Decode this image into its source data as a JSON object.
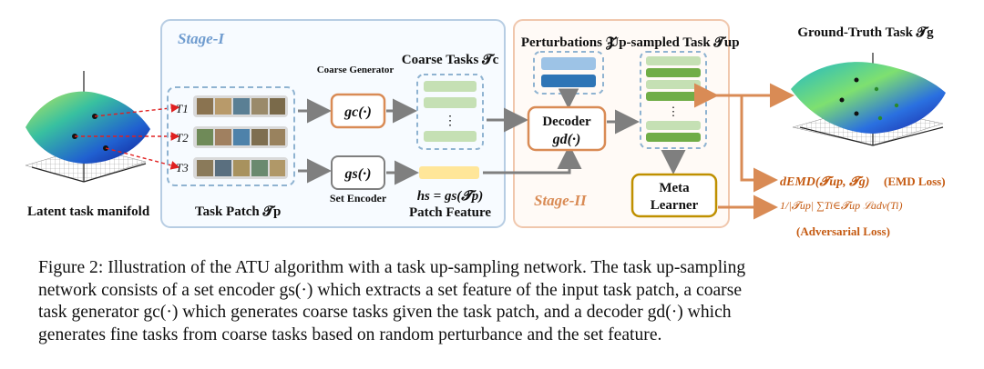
{
  "figure": {
    "stage1": "Stage-I",
    "stage2": "Stage-II",
    "latent_label": "Latent task manifold",
    "task_labels": [
      "T1",
      "T2",
      "T3"
    ],
    "task_patch_label": "Task Patch 𝓣p",
    "coarse_generator_label": "Coarse Generator",
    "coarse_gen_fn": "gc(·)",
    "set_encoder_fn": "gs(·)",
    "set_encoder_label": "Set Encoder",
    "coarse_tasks_label": "Coarse Tasks 𝓣c",
    "hs_formula": "hs = gs(𝓣p)",
    "patch_feature_label": "Patch Feature",
    "perturbations_label": "Perturbations 𝒵",
    "decoder_label": "Decoder",
    "decoder_fn": "gd(·)",
    "upsampled_label": "Up-sampled Task 𝓣up",
    "meta_learner_label": "Meta Learner",
    "gt_label": "Ground-Truth Task 𝓣g",
    "emd_formula": "dEMD(𝓣up, 𝓣g)",
    "emd_loss_label": "(EMD Loss)",
    "adv_formula": "1/|𝓣up| ∑Ti∈𝓣up ℒadv(Ti)",
    "adv_loss_label": "(Adversarial Loss)",
    "vertical_dots": "⋮",
    "colors": {
      "stage1_border": "#b7cde3",
      "stage2_border": "#f0c7ad",
      "dashed_blue": "#8fb3d1",
      "light_green": "#c5e0b4",
      "green": "#70ad47",
      "orange": "#d98b55",
      "gold": "#bf9000",
      "yellow": "#ffe699",
      "blue_light": "#9dc3e6",
      "blue_dark": "#2e75b6",
      "red_dashed": "#e02020",
      "loss_text": "#c55a11"
    }
  },
  "caption": {
    "lines": [
      "Figure 2: Illustration of the ATU algorithm with a task up-sampling network. The task up-sampling",
      "network consists of a set encoder gs(·) which extracts a set feature of the input task patch, a coarse",
      "task generator gc(·) which generates coarse tasks given the task patch, and a decoder gd(·) which",
      "generates fine tasks from coarse tasks based on random perturbance and the set feature."
    ]
  }
}
